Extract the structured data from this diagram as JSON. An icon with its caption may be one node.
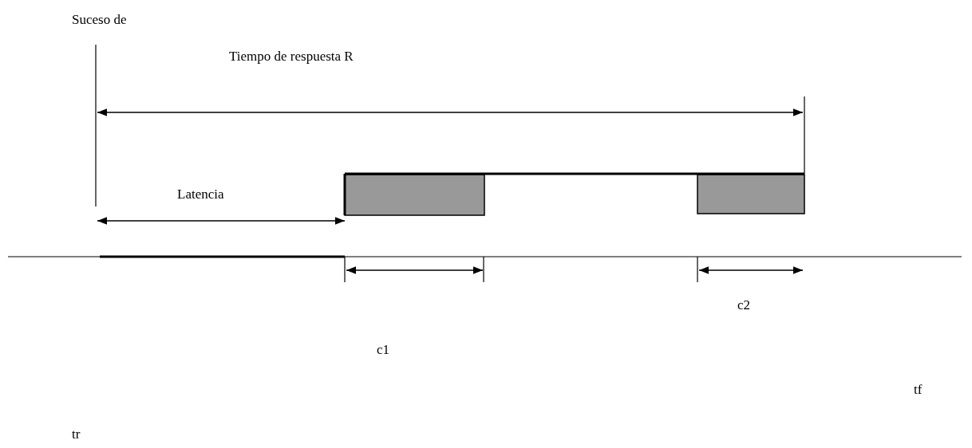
{
  "diagram": {
    "nodes": [
      {
        "text": [],
        "shape": "bar"
      },
      {
        "text": [],
        "shape": "bar"
      }
    ],
    "labels": [
      "Suceso de",
      "Tiempo de respuesta R",
      "Latencia",
      "c2",
      "c1",
      "tf",
      "tr"
    ]
  }
}
